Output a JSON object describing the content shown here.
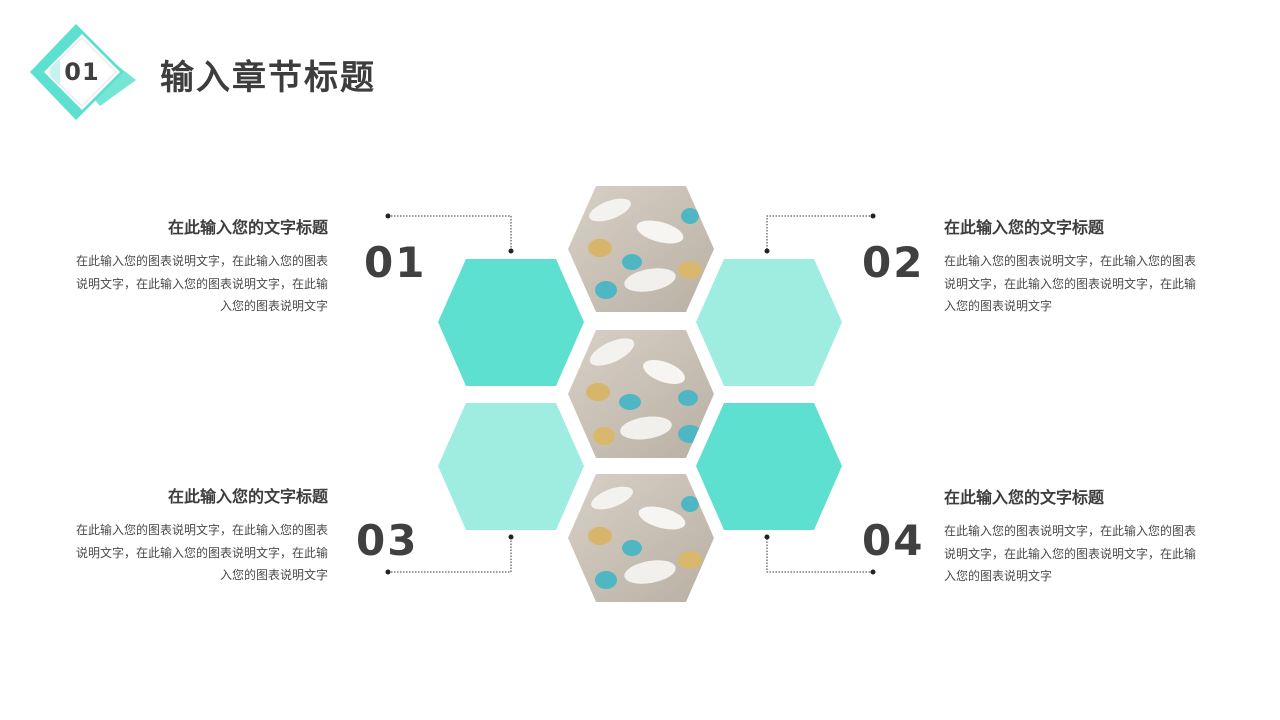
{
  "header": {
    "badge_number": "01",
    "title": "输入章节标题"
  },
  "items": [
    {
      "number": "01",
      "title": "在此输入您的文字标题",
      "description": "在此输入您的图表说明文字，在此输入您的图表说明文字，在此输入您的图表说明文字，在此输入您的图表说明文字"
    },
    {
      "number": "02",
      "title": "在此输入您的文字标题",
      "description": "在此输入您的图表说明文字，在此输入您的图表说明文字，在此输入您的图表说明文字，在此输入您的图表说明文字"
    },
    {
      "number": "03",
      "title": "在此输入您的文字标题",
      "description": "在此输入您的图表说明文字，在此输入您的图表说明文字，在此输入您的图表说明文字，在此输入您的图表说明文字"
    },
    {
      "number": "04",
      "title": "在此输入您的文字标题",
      "description": "在此输入您的图表说明文字，在此输入您的图表说明文字，在此输入您的图表说明文字，在此输入您的图表说明文字"
    }
  ],
  "colors": {
    "teal": "#5de0cf",
    "teal_light": "#9fece1",
    "text_dark": "#3d3d3d"
  }
}
